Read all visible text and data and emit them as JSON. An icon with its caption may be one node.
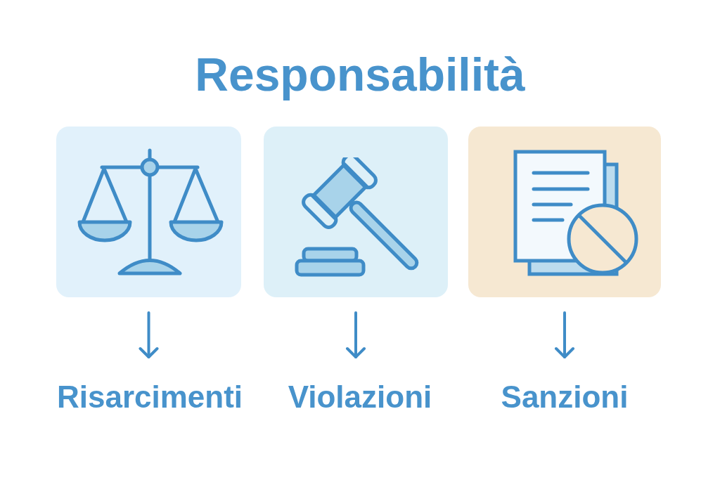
{
  "diagram": {
    "title": "Responsabilità",
    "nodes": [
      {
        "text": [],
        "shape": "picture"
      },
      {
        "text": [],
        "shape": "picture"
      },
      {
        "text": [],
        "shape": "picture"
      },
      {
        "text": [
          "Risarcimenti"
        ]
      },
      {
        "text": [
          "Violazioni"
        ]
      },
      {
        "text": [
          "Sanzioni"
        ]
      }
    ],
    "edges": [
      {
        "from": 0,
        "to": 3,
        "arrow": "to"
      },
      {
        "from": 1,
        "to": 4,
        "arrow": "to"
      },
      {
        "from": 2,
        "to": 5,
        "arrow": "to"
      }
    ]
  }
}
